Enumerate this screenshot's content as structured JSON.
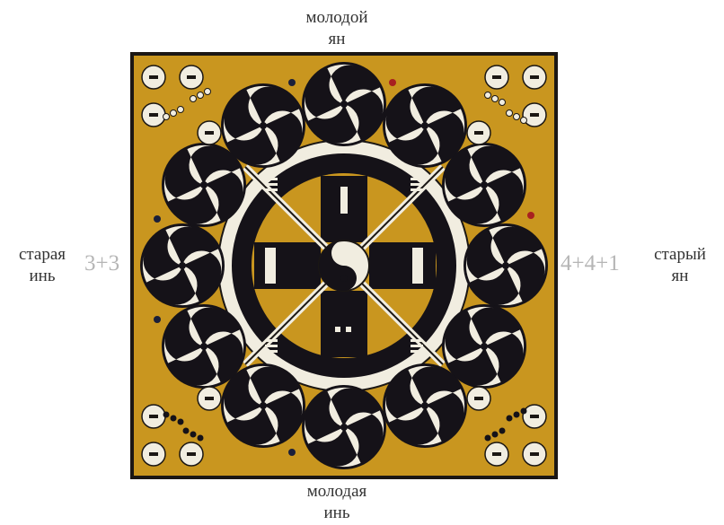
{
  "labels": {
    "top": [
      "молодой",
      "ян"
    ],
    "bottom": [
      "молодая",
      "инь"
    ],
    "left": [
      "старая",
      "инь"
    ],
    "right": [
      "старый",
      "ян"
    ],
    "left_formula": "3+3",
    "right_formula": "4+4+1"
  },
  "colors": {
    "board": "#c9961f",
    "dark": "#151218",
    "light": "#f1ede0",
    "border": "#1b1714",
    "red_dot": "#a82020",
    "blue_dot": "#1a1f3a"
  },
  "icons": [
    "taijitu-icon",
    "pinwheel-icon",
    "disk-icon",
    "die-icon",
    "trigram-icon"
  ]
}
